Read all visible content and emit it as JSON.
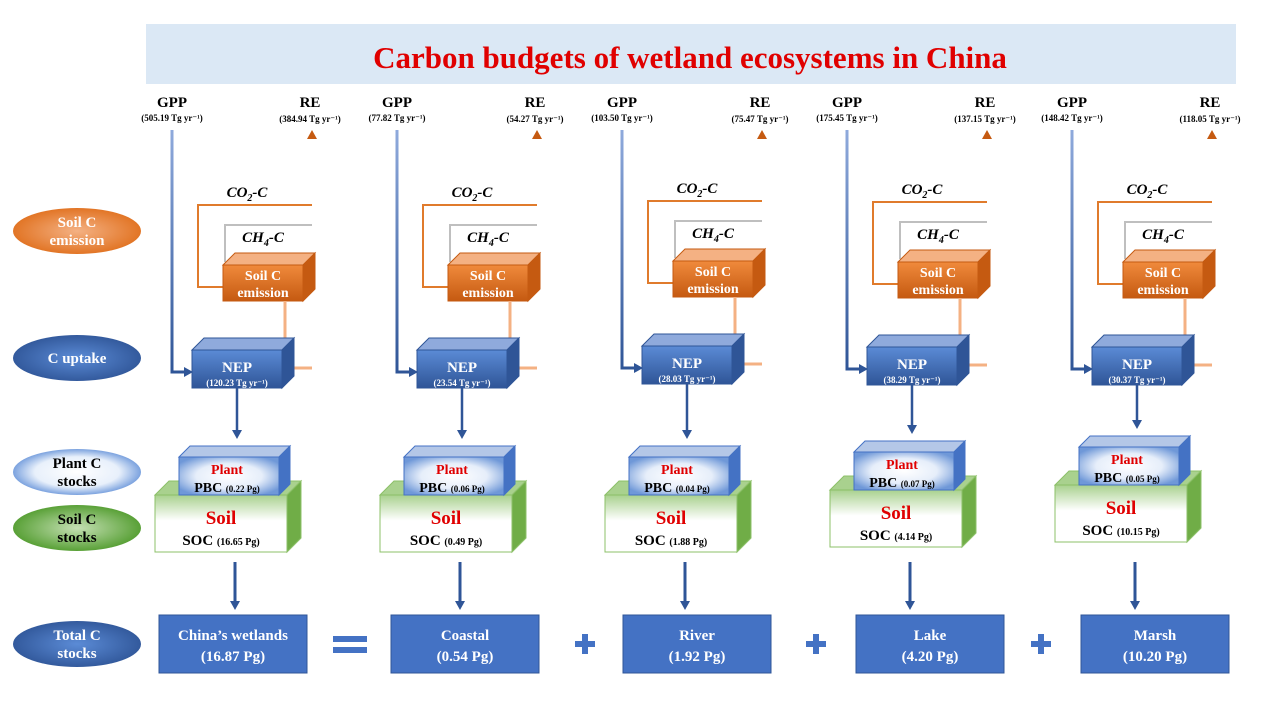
{
  "title": "Carbon budgets of wetland ecosystems in China",
  "colors": {
    "title_bg": "#dbe8f5",
    "title_text": "#e00000",
    "blue": "#4472c4",
    "blue_dark": "#2f5597",
    "orange": "#e07b2c",
    "orange_dark": "#c55a11",
    "green": "#70ad47",
    "plant_red": "#e00000",
    "gray_line": "#bfbfbf"
  },
  "legend": [
    {
      "key": "soil-emission",
      "line1": "Soil C",
      "line2": "emission",
      "color": "orange"
    },
    {
      "key": "c-uptake",
      "line1": "C uptake",
      "line2": "",
      "color": "blue"
    },
    {
      "key": "plant-stocks",
      "line1": "Plant C",
      "line2": "stocks",
      "color": "lightblue"
    },
    {
      "key": "soil-stocks",
      "line1": "Soil C",
      "line2": "stocks",
      "color": "green"
    },
    {
      "key": "total-stocks",
      "line1": "Total C",
      "line2": "stocks",
      "color": "blue"
    }
  ],
  "labels": {
    "gpp": "GPP",
    "re": "RE",
    "co2": "CO",
    "co2_sub": "2",
    "co2_suffix": "-C",
    "ch4": "CH",
    "ch4_sub": "4",
    "ch4_suffix": "-C",
    "soil_box_line1": "Soil C",
    "soil_box_line2": "emission",
    "nep": "NEP",
    "plant": "Plant",
    "pbc": "PBC",
    "soil": "Soil",
    "soc": "SOC"
  },
  "columns": [
    {
      "id": "china",
      "gpp_value": "(505.19 Tg yr⁻¹)",
      "re_value": "(384.94 Tg yr⁻¹)",
      "nep_value": "(120.23 Tg yr⁻¹)",
      "pbc_value": "(0.22 Pg)",
      "soc_value": "(16.65 Pg)",
      "total_name": "China’s wetlands",
      "total_value": "(16.87 Pg)"
    },
    {
      "id": "coastal",
      "gpp_value": "(77.82 Tg yr⁻¹)",
      "re_value": "(54.27 Tg yr⁻¹)",
      "nep_value": "(23.54 Tg yr⁻¹)",
      "pbc_value": "(0.06 Pg)",
      "soc_value": "(0.49 Pg)",
      "total_name": "Coastal",
      "total_value": "(0.54 Pg)"
    },
    {
      "id": "river",
      "gpp_value": "(103.50 Tg yr⁻¹)",
      "re_value": "(75.47 Tg yr⁻¹)",
      "nep_value": "(28.03 Tg yr⁻¹)",
      "pbc_value": "(0.04 Pg)",
      "soc_value": "(1.88 Pg)",
      "total_name": "River",
      "total_value": "(1.92 Pg)"
    },
    {
      "id": "lake",
      "gpp_value": "(175.45 Tg yr⁻¹)",
      "re_value": "(137.15 Tg yr⁻¹)",
      "nep_value": "(38.29 Tg yr⁻¹)",
      "pbc_value": "(0.07 Pg)",
      "soc_value": "(4.14 Pg)",
      "total_name": "Lake",
      "total_value": "(4.20 Pg)"
    },
    {
      "id": "marsh",
      "gpp_value": "(148.42 Tg yr⁻¹)",
      "re_value": "(118.05 Tg yr⁻¹)",
      "nep_value": "(30.37 Tg yr⁻¹)",
      "pbc_value": "(0.05 Pg)",
      "soc_value": "(10.15 Pg)",
      "total_name": "Marsh",
      "total_value": "(10.20 Pg)"
    }
  ],
  "operators": [
    "=",
    "+",
    "+",
    "+"
  ]
}
